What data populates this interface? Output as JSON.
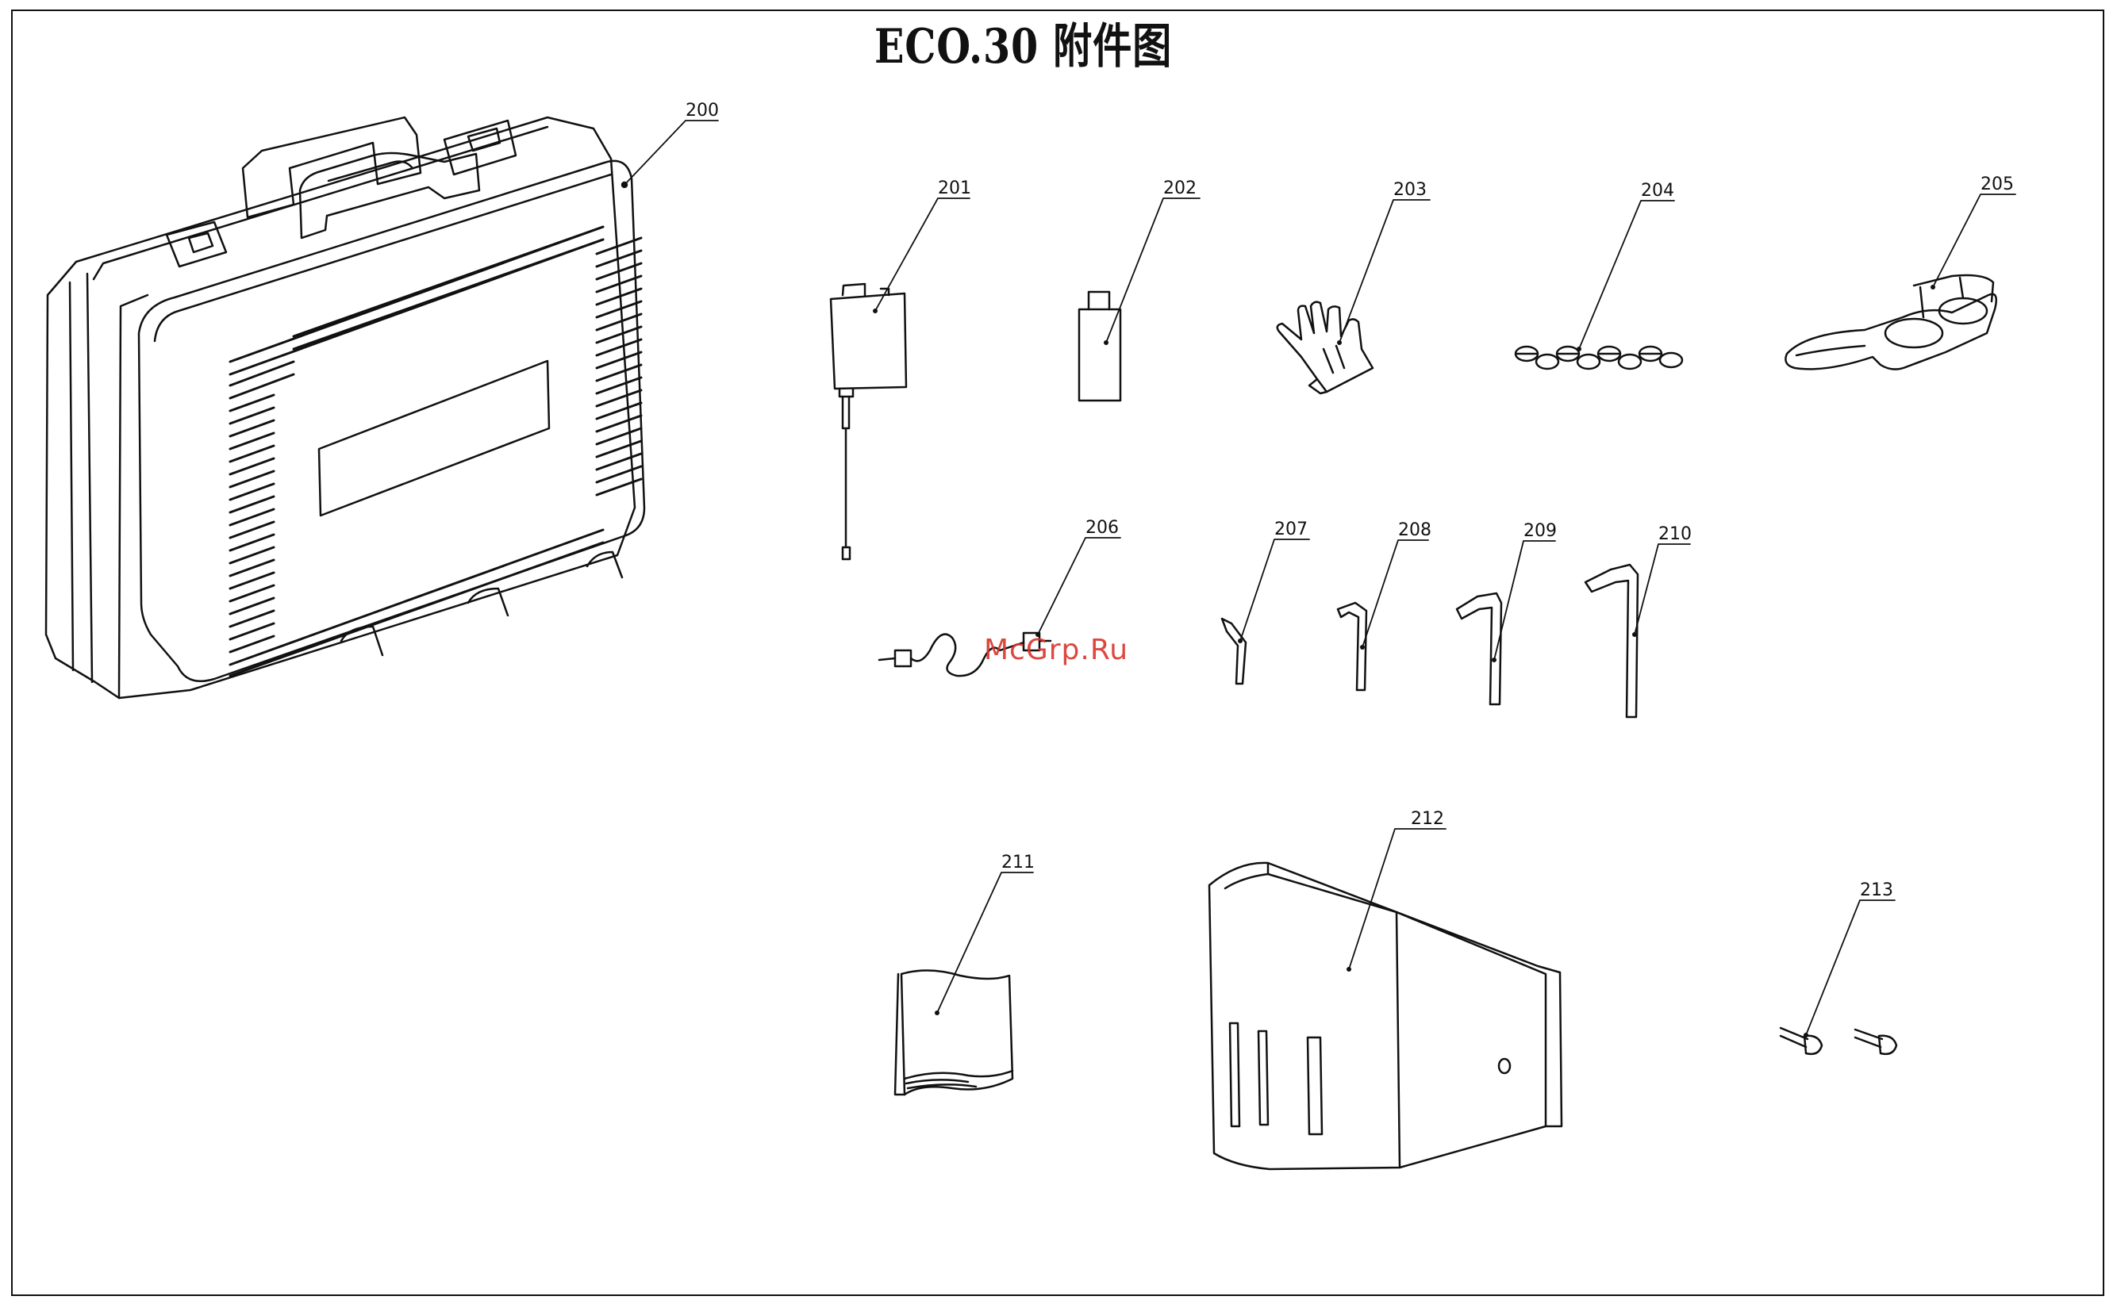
{
  "title": "ECO.30 附件图",
  "watermark": "McGrp.Ru",
  "parts": [
    {
      "id": "case",
      "label": "200",
      "icon": "carry-case-icon"
    },
    {
      "id": "oil-bottle-with-hose",
      "label": "201",
      "icon": "oil-bottle-hose-icon"
    },
    {
      "id": "bottle",
      "label": "202",
      "icon": "bottle-icon"
    },
    {
      "id": "glove",
      "label": "203",
      "icon": "glove-icon"
    },
    {
      "id": "chain",
      "label": "204",
      "icon": "chain-icon"
    },
    {
      "id": "clamp",
      "label": "205",
      "icon": "clamp-icon"
    },
    {
      "id": "cable",
      "label": "206",
      "icon": "cable-icon"
    },
    {
      "id": "hex-key-s",
      "label": "207",
      "icon": "hex-key-icon"
    },
    {
      "id": "hex-key-m",
      "label": "208",
      "icon": "hex-key-icon"
    },
    {
      "id": "hex-key-l",
      "label": "209",
      "icon": "hex-key-icon"
    },
    {
      "id": "hex-key-xl",
      "label": "210",
      "icon": "hex-key-icon"
    },
    {
      "id": "cloth",
      "label": "211",
      "icon": "folded-cloth-icon"
    },
    {
      "id": "guard",
      "label": "212",
      "icon": "guard-plate-icon"
    },
    {
      "id": "screws",
      "label": "213",
      "icon": "screw-icon"
    }
  ]
}
